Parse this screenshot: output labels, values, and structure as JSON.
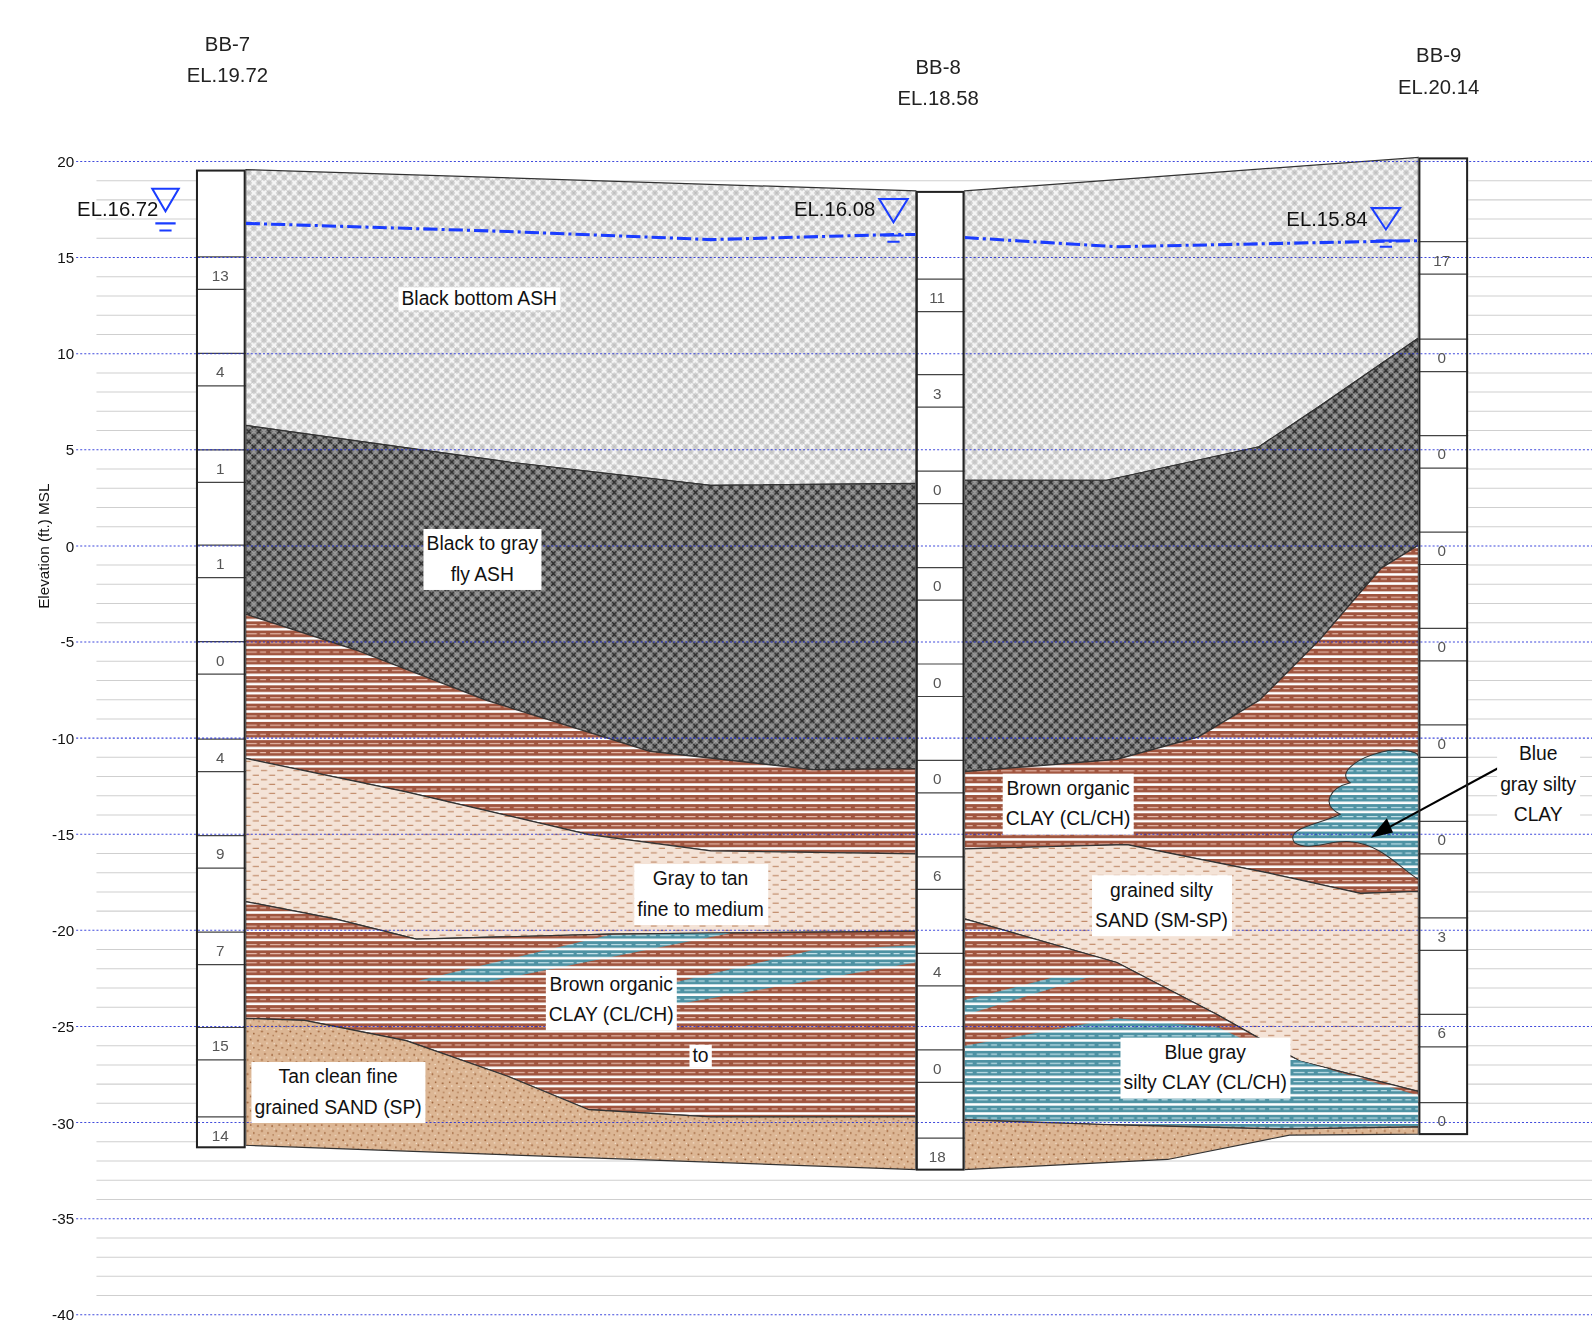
{
  "diagram": {
    "nodes": [
      {
        "text": [
          "BB-7",
          "EL.19.72",
          "13",
          "4",
          "1",
          "1",
          "0",
          "4",
          "9",
          "7",
          "15",
          "14"
        ]
      },
      {
        "text": [
          "BB-8",
          "EL.18.58",
          "11",
          "3",
          "0",
          "0",
          "0",
          "0",
          "6",
          "4",
          "0",
          "18"
        ]
      },
      {
        "text": [
          "BB-9",
          "EL.20.14",
          "17",
          "0",
          "0",
          "0",
          "0",
          "0",
          "0",
          "3",
          "6",
          "0"
        ]
      }
    ],
    "labels": [
      "20",
      "15",
      "10",
      "5",
      "0",
      "-5",
      "-10",
      "-15",
      "-20",
      "-25",
      "-30",
      "-35",
      "-40",
      "Elevation (ft.) MSL",
      "EL.16.72",
      "EL.16.08",
      "EL.15.84",
      "Black bottom ASH",
      "Black to gray fly ASH",
      "Gray to tan fine to medium",
      "grained silty SAND (SM-SP)",
      "Brown organic CLAY (CL/CH)",
      "to",
      "Tan clean fine grained SAND (SP)",
      "Brown organic CLAY (CL/CH)",
      "Blue gray silty CLAY (CL/CH)",
      "Blue gray silty CLAY"
    ]
  }
}
